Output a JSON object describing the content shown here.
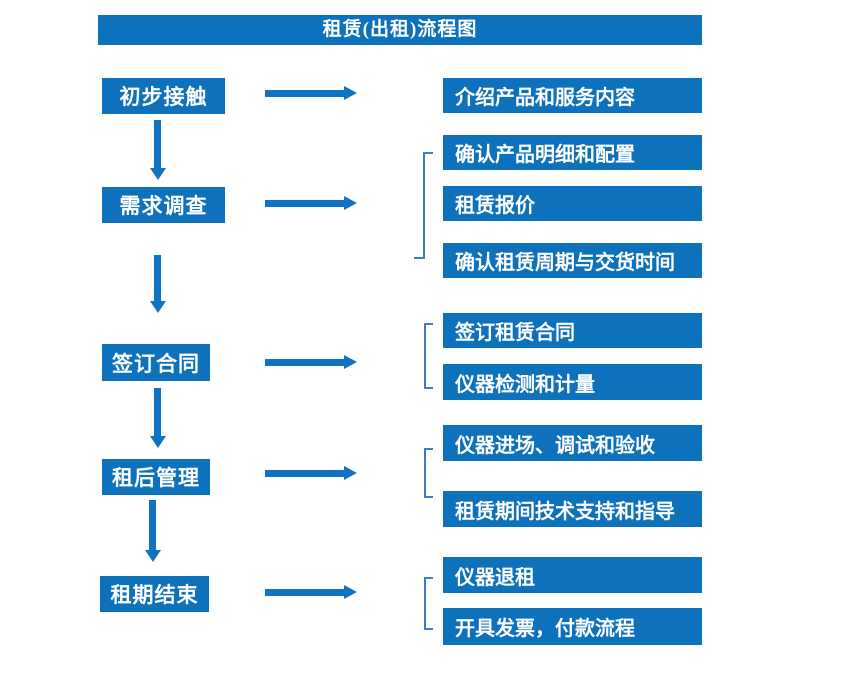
{
  "title": "租赁(出租)流程图",
  "colors": {
    "box_blue": "#0d71bb",
    "arrow_blue": "#1272c2",
    "bracket_blue": "#3f7cc0",
    "text_white": "#ffffff",
    "background": "#ffffff"
  },
  "flow": {
    "steps": [
      "初步接触",
      "需求调查",
      "签订合同",
      "租后管理",
      "租期结束"
    ],
    "details": [
      "介绍产品和服务内容",
      "确认产品明细和配置",
      "租赁报价",
      "确认租赁周期与交货时间",
      "签订租赁合同",
      "仪器检测和计量",
      "仪器进场、调试和验收",
      "租赁期间技术支持和指导",
      "仪器退租",
      "开具发票，付款流程"
    ],
    "groups": [
      {
        "step": "初步接触",
        "details": [
          "介绍产品和服务内容"
        ]
      },
      {
        "step": "需求调查",
        "details": [
          "确认产品明细和配置",
          "租赁报价",
          "确认租赁周期与交货时间"
        ]
      },
      {
        "step": "签订合同",
        "details": [
          "签订租赁合同",
          "仪器检测和计量"
        ]
      },
      {
        "step": "租后管理",
        "details": [
          "仪器进场、调试和验收",
          "租赁期间技术支持和指导"
        ]
      },
      {
        "step": "租期结束",
        "details": [
          "仪器退租",
          "开具发票，付款流程"
        ]
      }
    ]
  }
}
